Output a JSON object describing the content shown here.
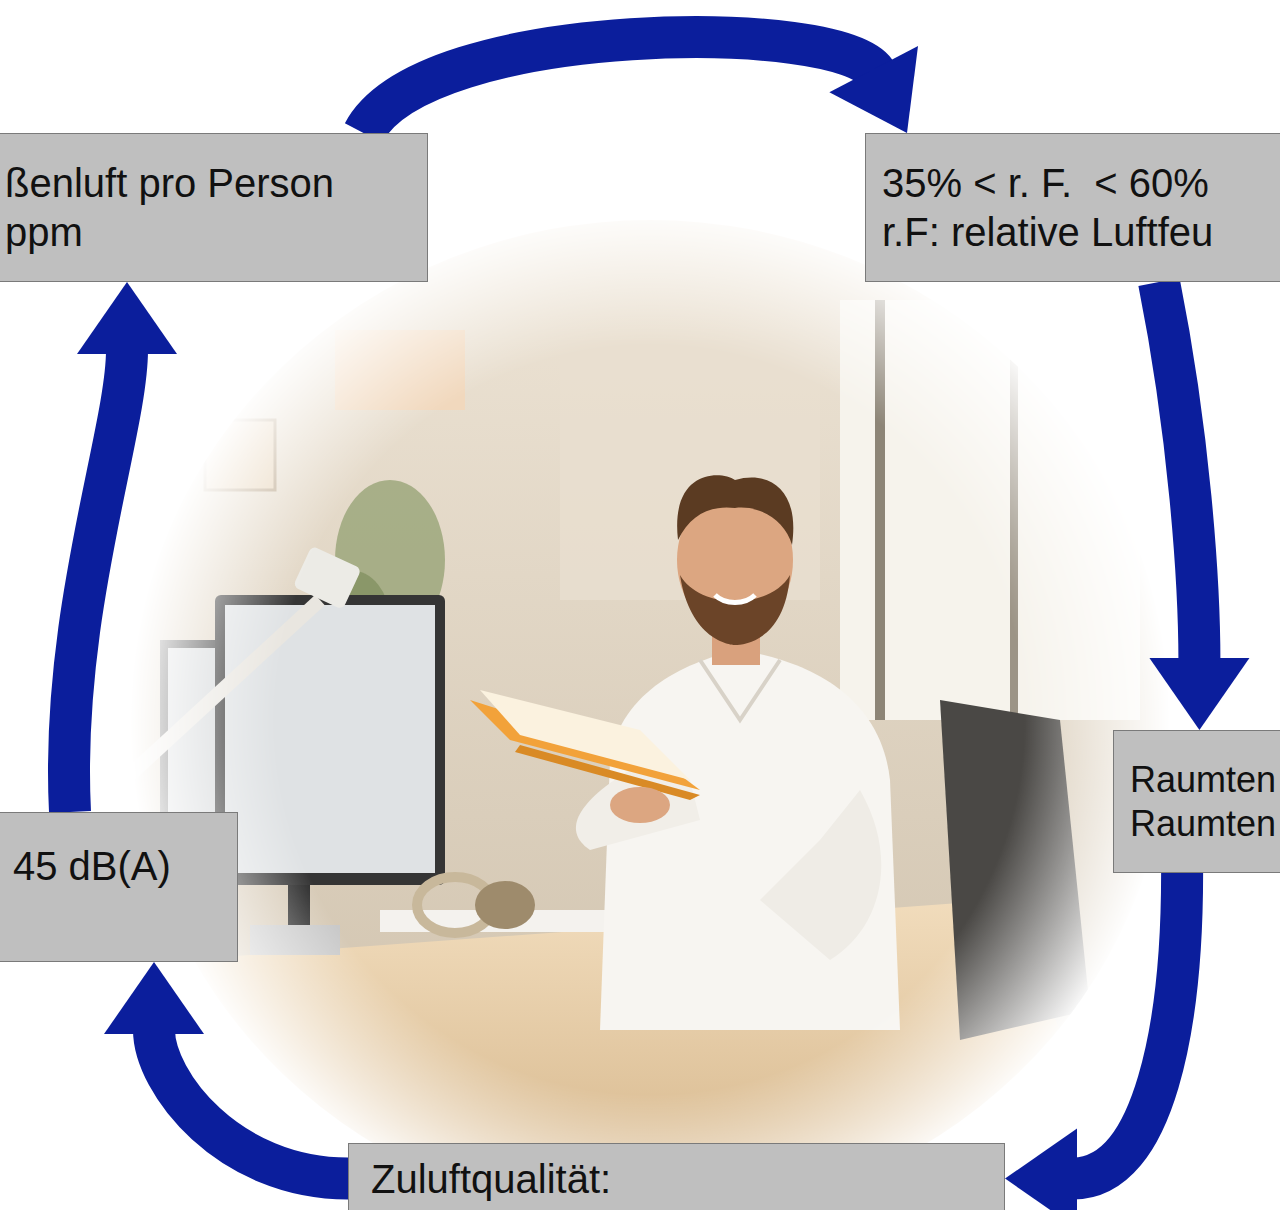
{
  "diagram": {
    "nodes": [
      {
        "text": [
          "ßenluft pro Person",
          "ppm"
        ]
      },
      {
        "text": [
          "35% < r. F.  < 60%",
          "r.F: relative Luftfeu"
        ]
      },
      {
        "text": [
          "45 dB(A)"
        ]
      },
      {
        "text": [
          "Raumten",
          "Raumten"
        ]
      },
      {
        "text": [
          "Zuluftqualität:"
        ]
      }
    ],
    "edges": [
      {
        "from": 0,
        "to": 1,
        "arrow": "to"
      },
      {
        "from": 1,
        "to": 3,
        "arrow": "to"
      },
      {
        "from": 3,
        "to": 4,
        "arrow": "to"
      },
      {
        "from": 4,
        "to": 2,
        "arrow": "to"
      },
      {
        "from": 2,
        "to": 0,
        "arrow": "to"
      }
    ]
  }
}
